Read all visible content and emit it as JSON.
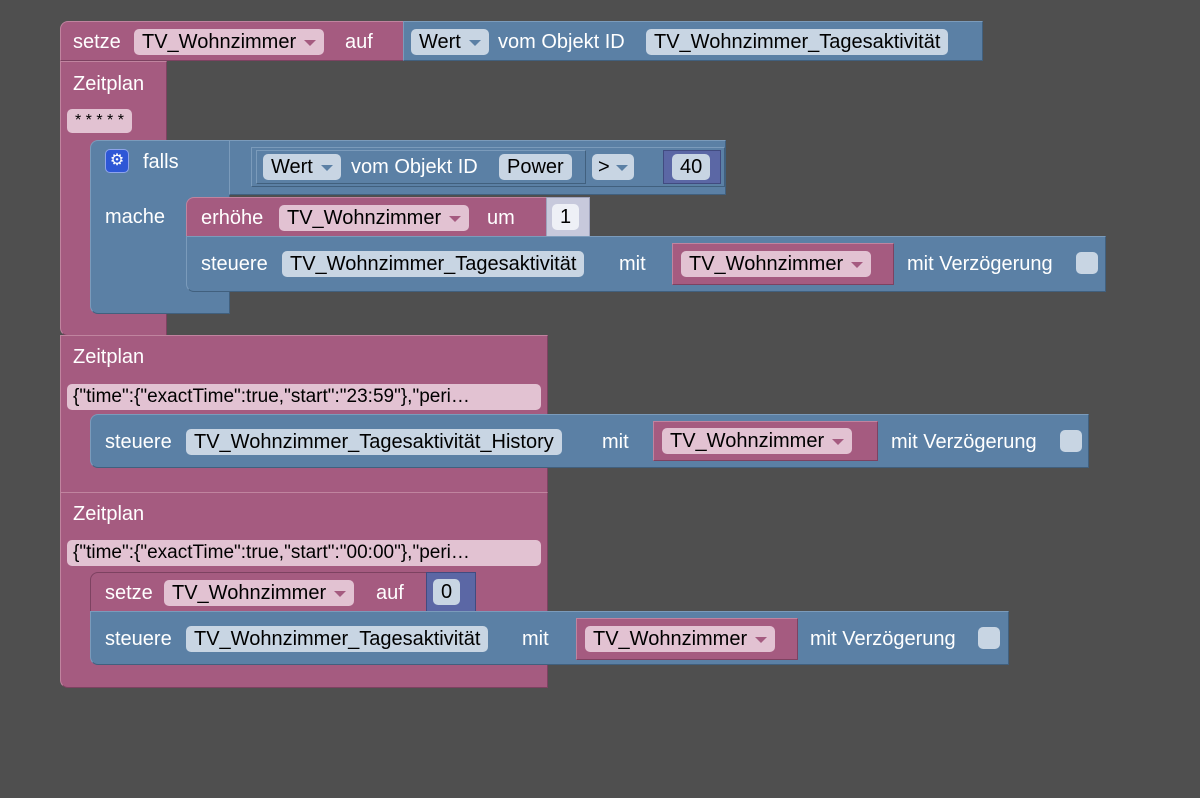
{
  "top_block": {
    "setze_label": "setze",
    "variable": "TV_Wohnzimmer",
    "auf_label": "auf",
    "wert_dropdown": "Wert",
    "vom_objekt_label": "vom Objekt ID",
    "object_id": "TV_Wohnzimmer_Tagesaktivität"
  },
  "schedule1": {
    "title": "Zeitplan",
    "cron": "* * * * *",
    "if_block": {
      "falls_label": "falls",
      "mache_label": "mache",
      "condition": {
        "wert_dropdown": "Wert",
        "vom_objekt_label": "vom Objekt ID",
        "object_id": "Power",
        "operator": ">",
        "value": "40"
      },
      "increment": {
        "label": "erhöhe",
        "variable": "TV_Wohnzimmer",
        "um_label": "um",
        "amount": "1"
      },
      "control": {
        "label": "steuere",
        "object_id": "TV_Wohnzimmer_Tagesaktivität",
        "mit_label": "mit",
        "variable": "TV_Wohnzimmer",
        "delay_label": "mit Verzögerung",
        "delay_checked": false
      }
    }
  },
  "schedule2": {
    "title": "Zeitplan",
    "schedule_text": "{\"time\":{\"exactTime\":true,\"start\":\"23:59\"},\"peri…",
    "control": {
      "label": "steuere",
      "object_id": "TV_Wohnzimmer_Tagesaktivität_History",
      "mit_label": "mit",
      "variable": "TV_Wohnzimmer",
      "delay_label": "mit Verzögerung",
      "delay_checked": false
    }
  },
  "schedule3": {
    "title": "Zeitplan",
    "schedule_text": "{\"time\":{\"exactTime\":true,\"start\":\"00:00\"},\"peri…",
    "set": {
      "label": "setze",
      "variable": "TV_Wohnzimmer",
      "auf_label": "auf",
      "value": "0"
    },
    "control": {
      "label": "steuere",
      "object_id": "TV_Wohnzimmer_Tagesaktivität",
      "mit_label": "mit",
      "variable": "TV_Wohnzimmer",
      "delay_label": "mit Verzögerung",
      "delay_checked": false
    }
  },
  "colors": {
    "background": "#4f4f4f",
    "variables_block": "#a55b80",
    "logic_block": "#5b80a5",
    "math_block": "#5b67a5"
  }
}
